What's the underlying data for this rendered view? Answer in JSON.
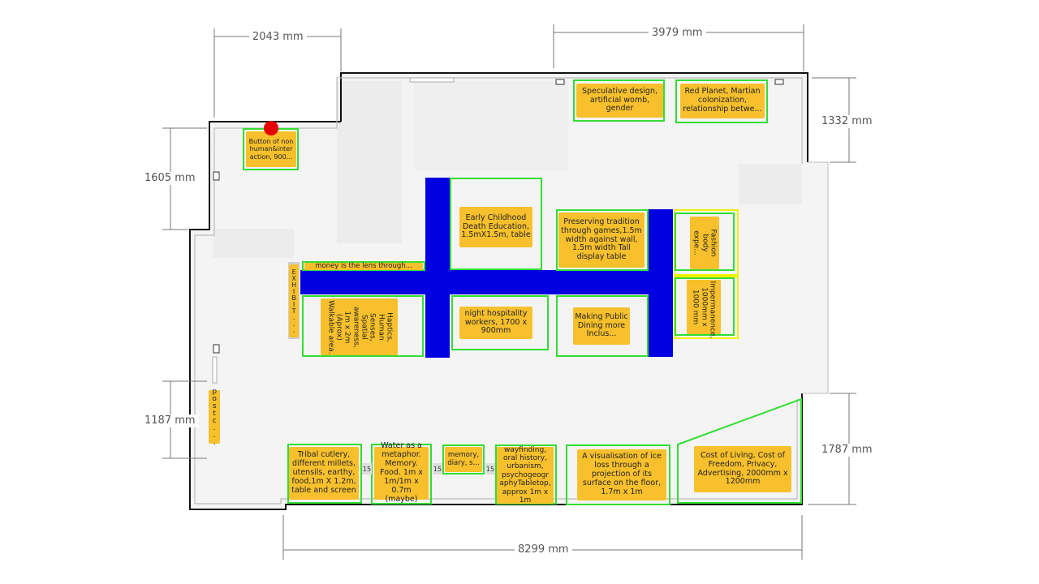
{
  "dimensions": {
    "top_left": "2043 mm",
    "top_right": "3979 mm",
    "left_upper": "1605 mm",
    "left_lower": "1187 mm",
    "right_upper": "1332 mm",
    "right_lower": "1787 mm",
    "bottom": "8299 mm"
  },
  "exhibits": {
    "speculative": "Speculative design, artificial womb, gender",
    "red_planet": "Red Planet, Martian colonization, relationship betwe...",
    "button_non_human": "Button of non human&inter action, 900...",
    "early_childhood": "Early Childhood Death Education, 1.5mX1.5m, table",
    "preserving": "Preserving tradition through games,1.5m width against wall, 1.5m width Tall display table",
    "fashion": "Fashion body expe...",
    "money": "money is the lens through...",
    "exhibit_vertical": "EXHIBIT...",
    "haptics": "Haptics, Human Senses, Spatial awareness, 1m x 2m (Aprox) Walkable area.",
    "night_hospitality": "night hospitality workers, 1700 x 900mm",
    "making_public": "Making Public Dining more Inclus...",
    "impermanence": "Impermanence, 1000mm x 1000 mm",
    "post": "postc...",
    "tribal": "Tribal cutlery, different millets, utensils, earthy, food,1m X 1.2m, table and screen",
    "water": "Water as a metaphor. Memory. Food. 1m x 1m/1m x 0.7m (maybe)",
    "memory": "memory, diary, s...",
    "wayfinding": "wayfinding, oral history, urbanism, psychogeogr aphyTabletop, approx 1m x 1m",
    "ice": "A visualisation of ice loss through a projection of its surface on the floor, 1.7m x 1m",
    "cost": "Cost of Living, Cost of Freedom, Privacy, Advertising, 2000mm x 1200mm"
  },
  "gap_label": "15",
  "colors": {
    "card": "#f7c02c",
    "zone_border": "#33dd33",
    "zone_border_alt": "#f0f000",
    "walkway": "#0000e0",
    "pin": "#e80000"
  }
}
